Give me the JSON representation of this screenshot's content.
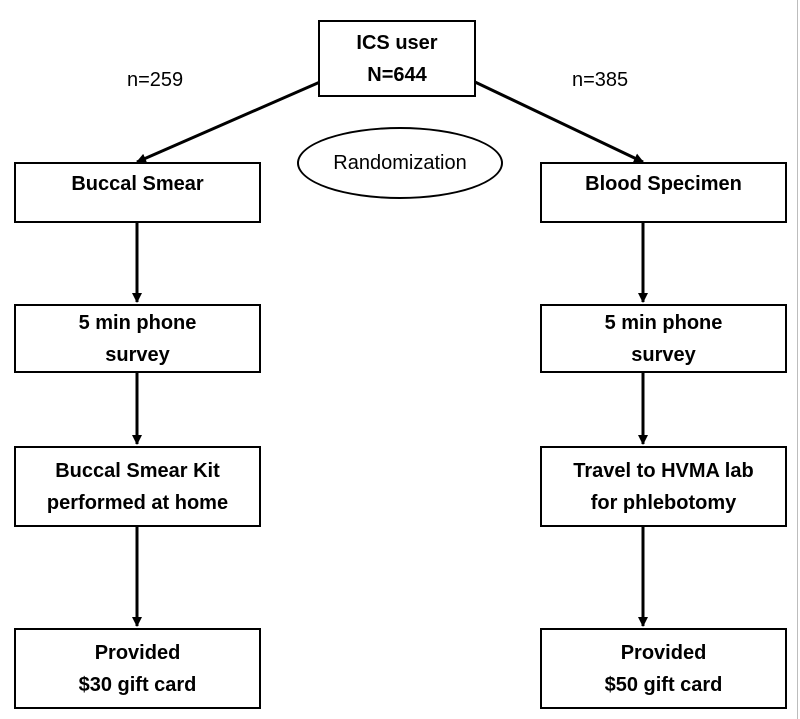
{
  "top": {
    "line1": "ICS user",
    "line2": "N=644"
  },
  "randomization_label": "Randomization",
  "left_branch": {
    "count_label": "n=259",
    "steps": [
      {
        "line1": "Buccal Smear",
        "line2": ""
      },
      {
        "line1": "5 min phone",
        "line2": "survey"
      },
      {
        "line1": "Buccal Smear Kit",
        "line2": "performed at home"
      },
      {
        "line1": "Provided",
        "line2": "$30 gift card"
      }
    ]
  },
  "right_branch": {
    "count_label": "n=385",
    "steps": [
      {
        "line1": "Blood Specimen",
        "line2": ""
      },
      {
        "line1": "5 min phone",
        "line2": "survey"
      },
      {
        "line1": "Travel to HVMA lab",
        "line2": "for phlebotomy"
      },
      {
        "line1": "Provided",
        "line2": "$50 gift card"
      }
    ]
  },
  "colors": {
    "line": "#000000",
    "box_fill": "#ffffff",
    "text": "#000000"
  }
}
